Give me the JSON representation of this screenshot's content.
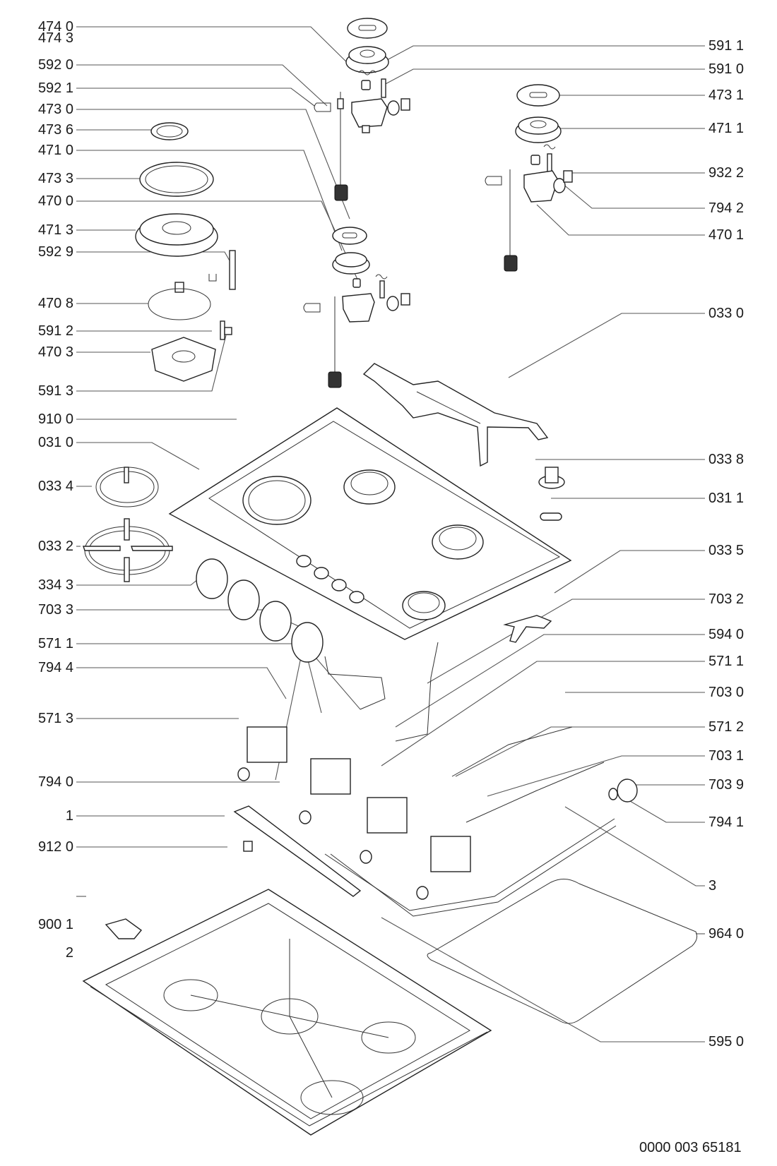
{
  "diagram": {
    "type": "exploded-parts-view",
    "subject": "gas hob",
    "document_number": "0000 003 65181",
    "labels_left": [
      {
        "id": "l-4740",
        "text": "474 0"
      },
      {
        "id": "l-4743",
        "text": "474 3"
      },
      {
        "id": "l-5920",
        "text": "592 0"
      },
      {
        "id": "l-5921",
        "text": "592 1"
      },
      {
        "id": "l-4730",
        "text": "473 0"
      },
      {
        "id": "l-4736",
        "text": "473 6"
      },
      {
        "id": "l-4710",
        "text": "471 0"
      },
      {
        "id": "l-4733",
        "text": "473 3"
      },
      {
        "id": "l-4700",
        "text": "470 0"
      },
      {
        "id": "l-4713",
        "text": "471 3"
      },
      {
        "id": "l-5929",
        "text": "592 9"
      },
      {
        "id": "l-4708",
        "text": "470 8"
      },
      {
        "id": "l-5912",
        "text": "591 2"
      },
      {
        "id": "l-4703",
        "text": "470 3"
      },
      {
        "id": "l-5913",
        "text": "591 3"
      },
      {
        "id": "l-9100",
        "text": "910 0"
      },
      {
        "id": "l-0310",
        "text": "031 0"
      },
      {
        "id": "l-0334",
        "text": "033 4"
      },
      {
        "id": "l-0332",
        "text": "033 2"
      },
      {
        "id": "l-3343",
        "text": "334 3"
      },
      {
        "id": "l-7033",
        "text": "703 3"
      },
      {
        "id": "l-5711a",
        "text": "571 1"
      },
      {
        "id": "l-7944",
        "text": "794 4"
      },
      {
        "id": "l-5713",
        "text": "571 3"
      },
      {
        "id": "l-7940",
        "text": "794 0"
      },
      {
        "id": "l-1",
        "text": "1"
      },
      {
        "id": "l-9120",
        "text": "912 0"
      },
      {
        "id": "l-9001",
        "text": "900 1"
      },
      {
        "id": "l-2",
        "text": "2"
      }
    ],
    "labels_right": [
      {
        "id": "r-5911",
        "text": "591 1"
      },
      {
        "id": "r-5910",
        "text": "591 0"
      },
      {
        "id": "r-4731",
        "text": "473 1"
      },
      {
        "id": "r-4711",
        "text": "471 1"
      },
      {
        "id": "r-9322",
        "text": "932 2"
      },
      {
        "id": "r-7942",
        "text": "794 2"
      },
      {
        "id": "r-4701",
        "text": "470 1"
      },
      {
        "id": "r-0330",
        "text": "033 0"
      },
      {
        "id": "r-0338",
        "text": "033 8"
      },
      {
        "id": "r-0311",
        "text": "031 1"
      },
      {
        "id": "r-0335",
        "text": "033 5"
      },
      {
        "id": "r-7032",
        "text": "703 2"
      },
      {
        "id": "r-5940",
        "text": "594 0"
      },
      {
        "id": "r-5711b",
        "text": "571 1"
      },
      {
        "id": "r-7030",
        "text": "703 0"
      },
      {
        "id": "r-5712",
        "text": "571 2"
      },
      {
        "id": "r-7031",
        "text": "703 1"
      },
      {
        "id": "r-7039",
        "text": "703 9"
      },
      {
        "id": "r-7941",
        "text": "794 1"
      },
      {
        "id": "r-3",
        "text": "3"
      },
      {
        "id": "r-9640",
        "text": "964 0"
      },
      {
        "id": "r-5950",
        "text": "595 0"
      }
    ]
  }
}
